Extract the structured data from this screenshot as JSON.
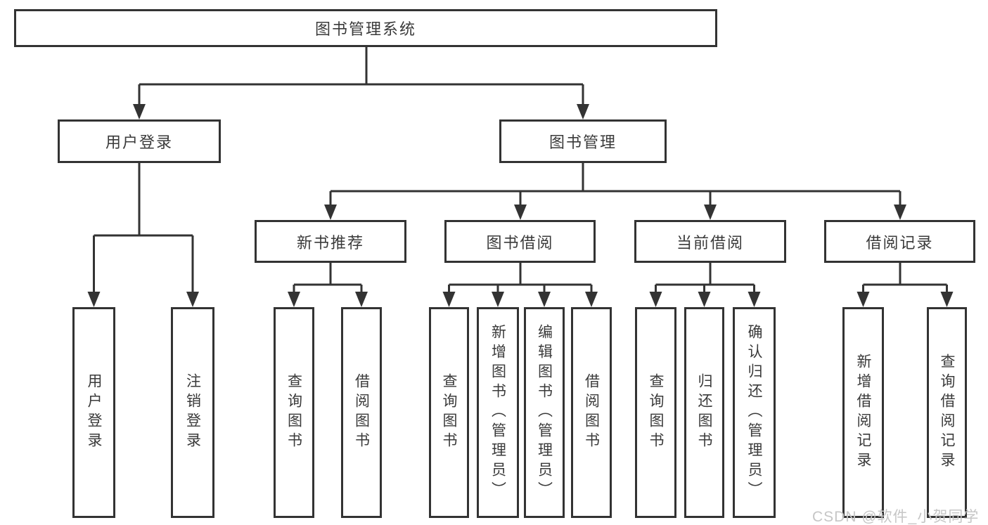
{
  "diagram_title": "图书管理系统",
  "tree": {
    "label": "图书管理系统",
    "children": [
      {
        "label": "用户登录",
        "children": [
          {
            "label": "用户登录"
          },
          {
            "label": "注销登录"
          }
        ]
      },
      {
        "label": "图书管理",
        "children": [
          {
            "label": "新书推荐",
            "children": [
              {
                "label": "查询图书"
              },
              {
                "label": "借阅图书"
              }
            ]
          },
          {
            "label": "图书借阅",
            "children": [
              {
                "label": "查询图书"
              },
              {
                "label": "新增图书（管理员）"
              },
              {
                "label": "编辑图书（管理员）"
              },
              {
                "label": "借阅图书"
              }
            ]
          },
          {
            "label": "当前借阅",
            "children": [
              {
                "label": "查询图书"
              },
              {
                "label": "归还图书"
              },
              {
                "label": "确认归还（管理员）"
              }
            ]
          },
          {
            "label": "借阅记录",
            "children": [
              {
                "label": "新增借阅记录"
              },
              {
                "label": "查询借阅记录"
              }
            ]
          }
        ]
      }
    ]
  },
  "watermark": {
    "text": "CSDN @软件_小贺同学"
  },
  "colors": {
    "line": "#333333",
    "text": "#3a3a3a",
    "box_background": "#ffffff",
    "page_background": "#ffffff",
    "watermark": "#c6c6c6"
  }
}
